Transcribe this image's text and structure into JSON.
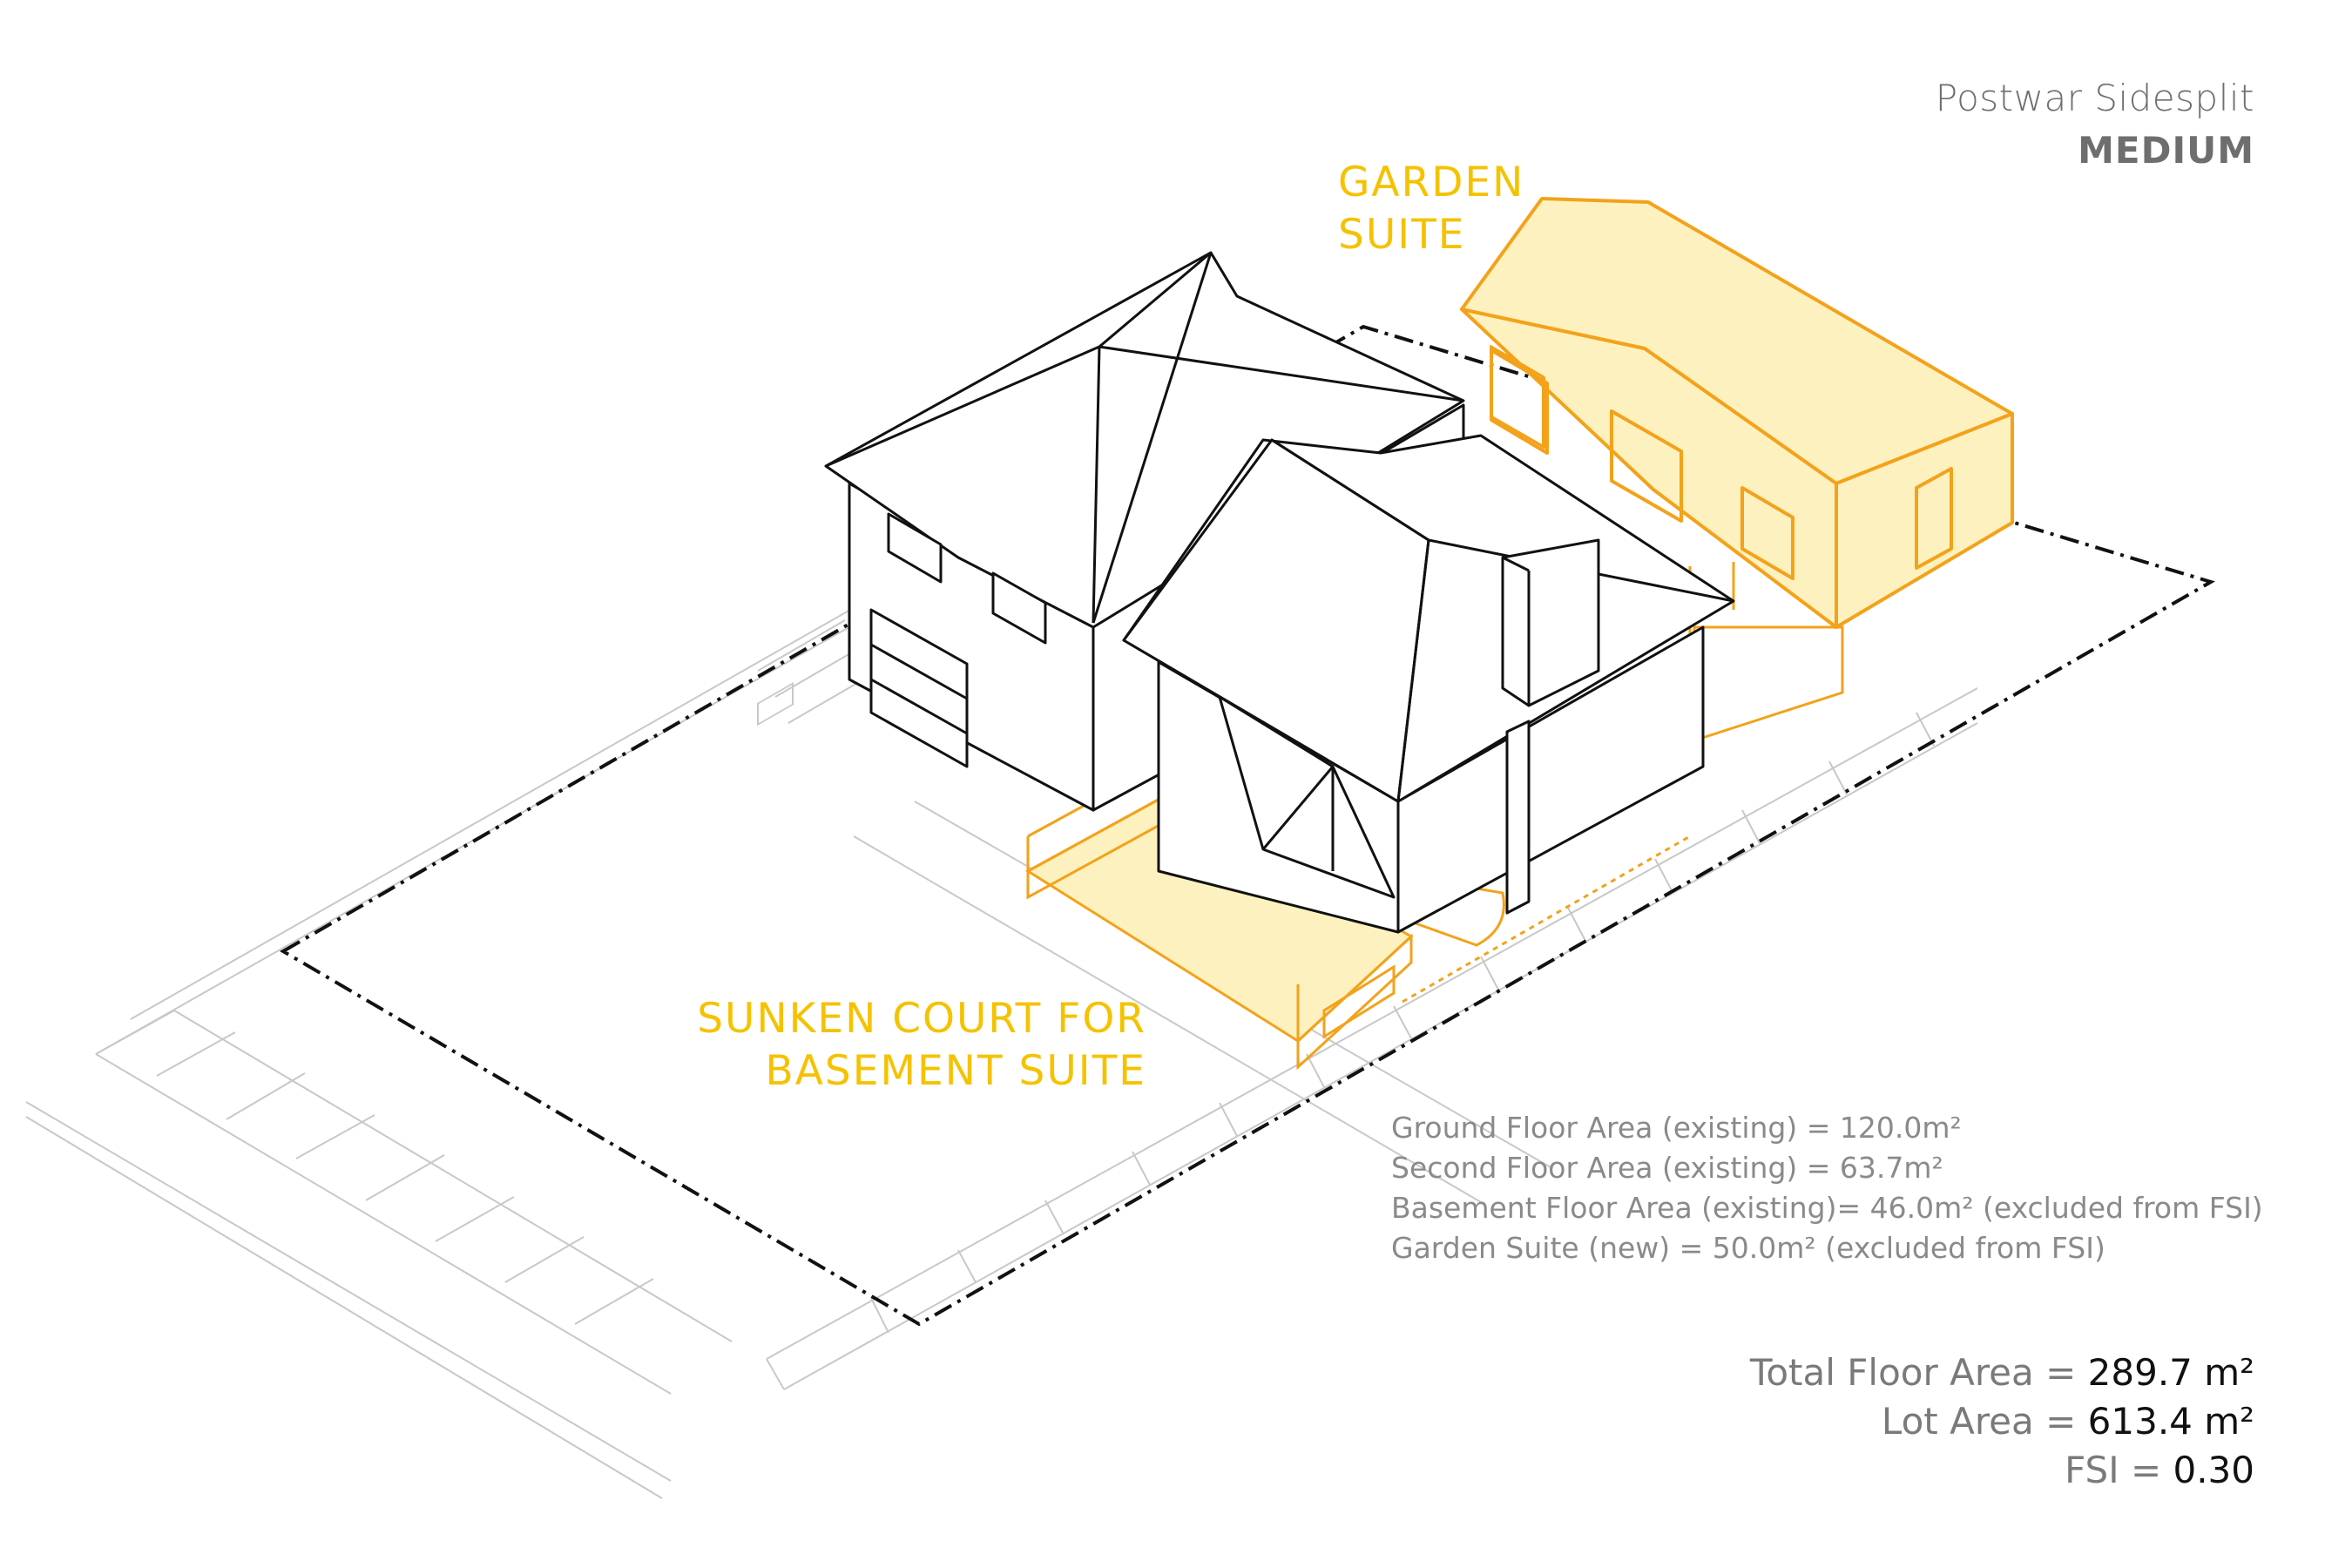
{
  "header": {
    "house_type": "Postwar Sidesplit",
    "category": "MEDIUM"
  },
  "labels": {
    "garden_suite_line1": "GARDEN",
    "garden_suite_line2": "SUITE",
    "sunken_court_line1": "SUNKEN COURT FOR",
    "sunken_court_line2": "BASEMENT SUITE"
  },
  "areas": [
    "Ground Floor Area (existing) = 120.0m²",
    "Second Floor Area (existing) = 63.7m²",
    "Basement Floor Area (existing)= 46.0m² (excluded from FSI)",
    "Garden Suite (new) = 50.0m² (excluded from FSI)"
  ],
  "totals": {
    "total_floor_area_label": "Total Floor Area = ",
    "total_floor_area_value": "289.7 m²",
    "lot_area_label": "Lot Area = ",
    "lot_area_value": "613.4 m²",
    "fsi_label": "FSI = ",
    "fsi_value": "0.30"
  },
  "colors": {
    "accent_yellow": "#f5c200",
    "orange_outline": "#f3a21a",
    "fill_yellow": "#fdf1c0",
    "text_gray": "#7a7a7a",
    "line_black": "#111111"
  }
}
